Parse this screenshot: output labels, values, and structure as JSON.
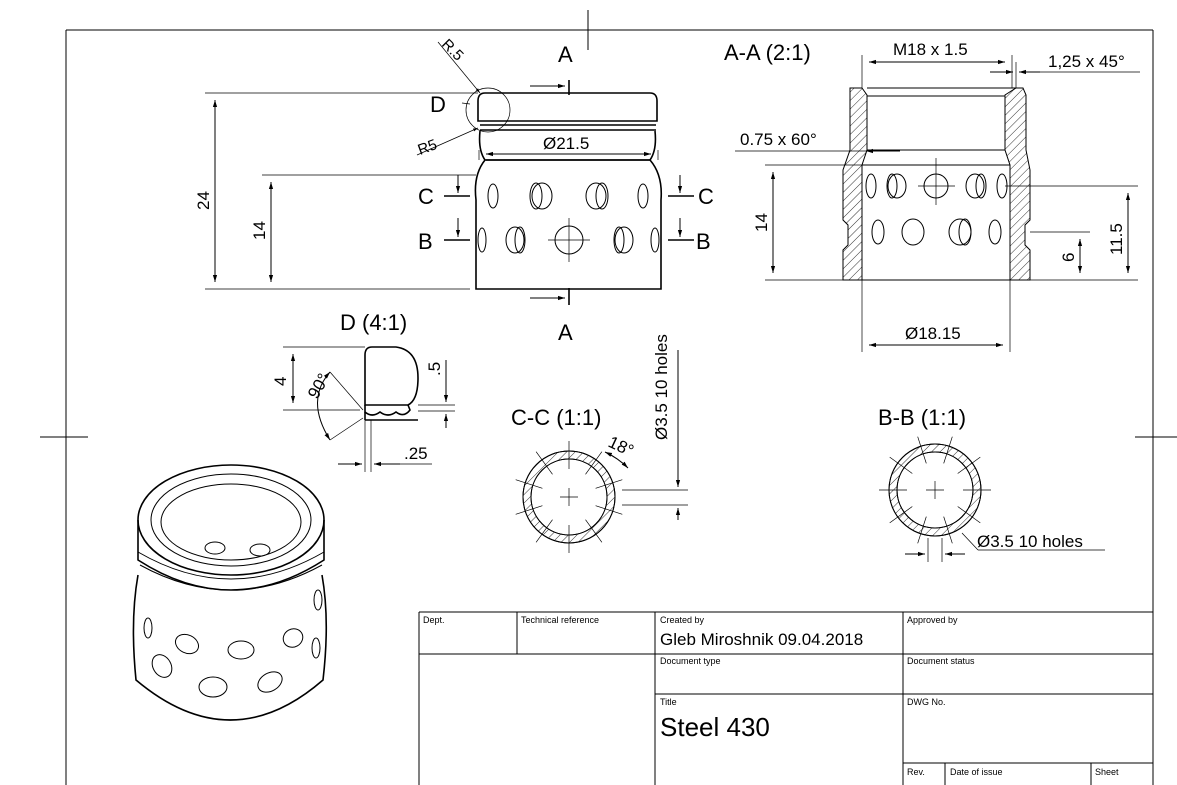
{
  "views": {
    "front": {
      "dim_r5_top": "R.5",
      "dim_r5": "R5",
      "detail_marker": "D",
      "section_a": "A",
      "section_c": "C",
      "section_b": "B",
      "dim_diameter": "Ø21.5",
      "dim_height_total": "24",
      "dim_height_body": "14"
    },
    "section_aa": {
      "title": "A-A (2:1)",
      "dim_thread": "M18 x 1.5",
      "dim_chamfer": "1,25 x 45°",
      "dim_inner_chamfer": "0.75 x 60°",
      "dim_height": "14",
      "dim_hole_upper": "11.5",
      "dim_hole_lower": "6",
      "dim_bore": "Ø18.15"
    },
    "detail_d": {
      "title": "D (4:1)",
      "dim_height": "4",
      "dim_angle": "90°",
      "dim_groove_depth": ".5",
      "dim_groove_width": ".25"
    },
    "section_cc": {
      "title": "C-C (1:1)",
      "dim_angle": "18°",
      "dim_holes": "Ø3.5 10 holes"
    },
    "section_bb": {
      "title": "B-B (1:1)",
      "dim_holes": "Ø3.5 10 holes"
    }
  },
  "title_block": {
    "dept_label": "Dept.",
    "tech_ref_label": "Technical reference",
    "created_by_label": "Created by",
    "created_by_value": "Gleb Miroshnik  09.04.2018",
    "approved_by_label": "Approved by",
    "doc_type_label": "Document type",
    "doc_status_label": "Document status",
    "title_label": "Title",
    "title_value": "Steel 430",
    "dwg_no_label": "DWG No.",
    "rev_label": "Rev.",
    "date_label": "Date of issue",
    "sheet_label": "Sheet"
  }
}
